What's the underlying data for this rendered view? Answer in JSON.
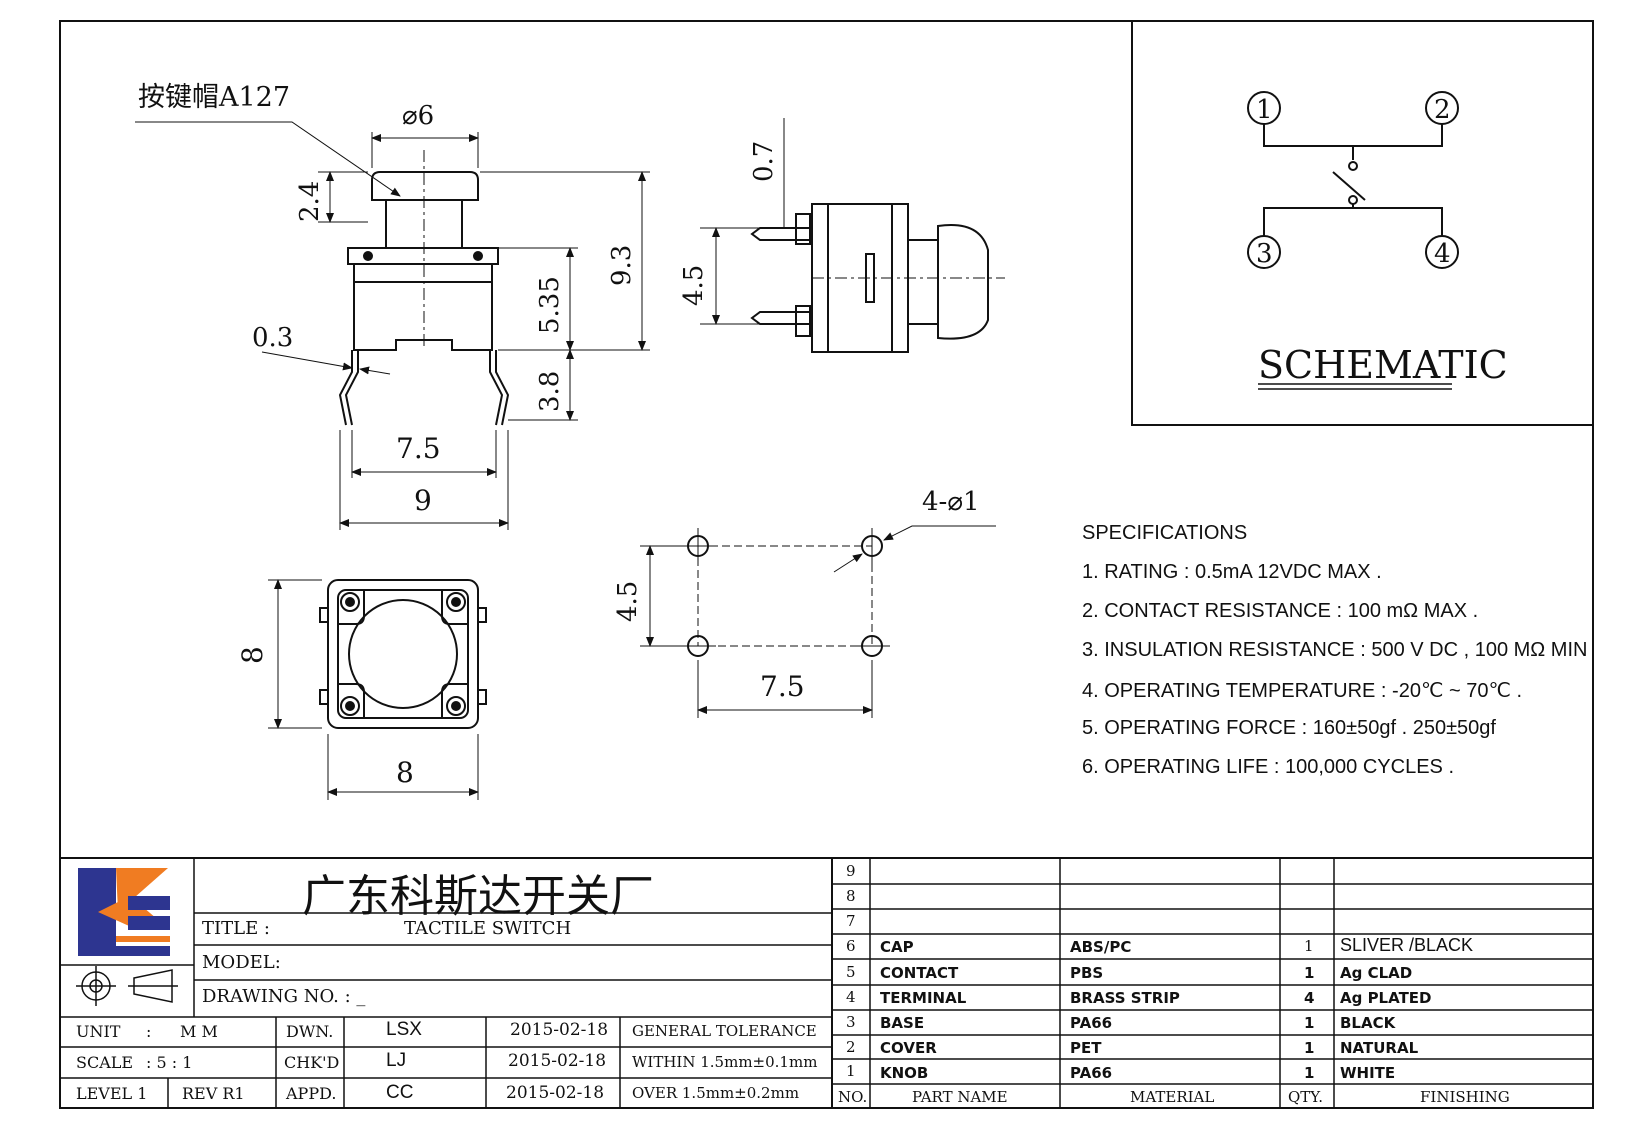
{
  "views": {
    "front": {
      "cap_label": "按键帽A127",
      "dim_cap_dia": "⌀6",
      "dim_cap_h": "2.4",
      "dim_body_h": "5.35",
      "dim_total_h": "9.3",
      "dim_lead_w": "0.3",
      "dim_pin_h": "3.8",
      "dim_pin_pitch": "7.5",
      "dim_body_w": "9"
    },
    "side": {
      "dim_top": "0.7",
      "dim_pitch": "4.5"
    },
    "top": {
      "dim_h": "8",
      "dim_w": "8"
    },
    "pcb": {
      "dim_holes": "4-⌀1",
      "dim_v": "4.5",
      "dim_h": "7.5"
    },
    "schematic": {
      "pins": [
        "1",
        "2",
        "3",
        "4"
      ],
      "title": "SCHEMATIC"
    }
  },
  "specifications": {
    "heading": "SPECIFICATIONS",
    "items": [
      "1. RATING : 0.5mA 12VDC MAX .",
      "2. CONTACT RESISTANCE : 100 mΩ MAX .",
      "3. INSULATION RESISTANCE : 500 V DC , 100 MΩ MIN",
      "4. OPERATING TEMPERATURE : -20℃ ~ 70℃ .",
      "5. OPERATING FORCE : 160±50gf . 250±50gf",
      "6. OPERATING LIFE : 100,000 CYCLES ."
    ]
  },
  "title_block": {
    "company": "广东科斯达开关厂",
    "title_label": "TITLE :",
    "title_value": "TACTILE SWITCH",
    "model_label": "MODEL:",
    "drawing_no_label": "DRAWING NO. : _",
    "unit_label": "UNIT",
    "unit_colon": ":",
    "unit_value": "M M",
    "scale_label": "SCALE",
    "scale_value": ": 5 : 1",
    "level_label": "LEVEL 1",
    "rev_label": "REV R1",
    "dwn_label": "DWN.",
    "chk_label": "CHK'D",
    "appd_label": "APPD.",
    "dwn_name": "LSX",
    "chk_name": "LJ",
    "appd_name": "CC",
    "dwn_date": "2015-02-18",
    "chk_date": "2015-02-18",
    "appd_date": "2015-02-18",
    "tol_title": "GENERAL TOLERANCE",
    "tol_within": "WITHIN 1.5mm±0.1mm",
    "tol_over": "OVER   1.5mm±0.2mm"
  },
  "bom": {
    "header": {
      "no": "NO.",
      "name": "PART  NAME",
      "material": "MATERIAL",
      "qty": "QTY.",
      "finishing": "FINISHING"
    },
    "rows": [
      {
        "no": "9",
        "name": "",
        "material": "",
        "qty": "",
        "finishing": ""
      },
      {
        "no": "8",
        "name": "",
        "material": "",
        "qty": "",
        "finishing": ""
      },
      {
        "no": "7",
        "name": "",
        "material": "",
        "qty": "",
        "finishing": ""
      },
      {
        "no": "6",
        "name": "CAP",
        "material": "ABS/PC",
        "qty": "1",
        "finishing": "SLIVER /BLACK"
      },
      {
        "no": "5",
        "name": "CONTACT",
        "material": "PBS",
        "qty": "1",
        "finishing": "Ag CLAD"
      },
      {
        "no": "4",
        "name": "TERMINAL",
        "material": "BRASS STRIP",
        "qty": "4",
        "finishing": "Ag PLATED"
      },
      {
        "no": "3",
        "name": "BASE",
        "material": "PA66",
        "qty": "1",
        "finishing": "BLACK"
      },
      {
        "no": "2",
        "name": "COVER",
        "material": "PET",
        "qty": "1",
        "finishing": "NATURAL"
      },
      {
        "no": "1",
        "name": "KNOB",
        "material": "PA66",
        "qty": "1",
        "finishing": "WHITE"
      }
    ]
  }
}
